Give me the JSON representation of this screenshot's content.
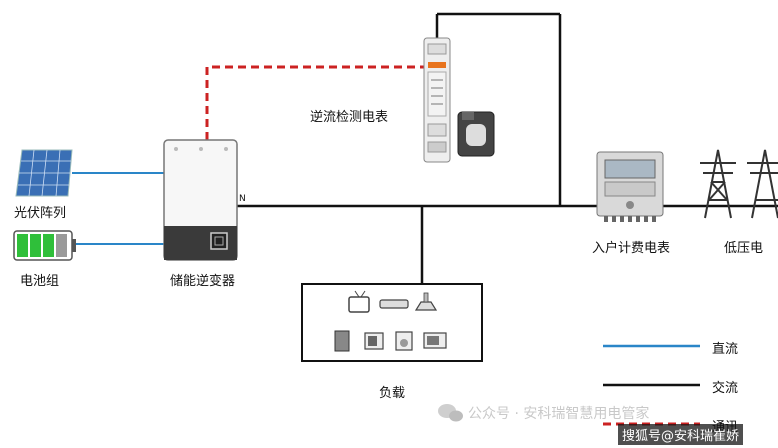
{
  "labels": {
    "pv_array": "光伏阵列",
    "battery": "电池组",
    "inverter": "储能逆变器",
    "reverse_meter": "逆流检测电表",
    "home_meter": "入户计费电表",
    "grid": "低压电",
    "load": "负载",
    "n_marker": "N"
  },
  "legend": {
    "dc": "直流",
    "ac": "交流",
    "comm": "通讯"
  },
  "watermark": {
    "text1": "公众号 · 安科瑞智慧用电管家",
    "text2": "搜狐号@安科瑞崔娇"
  },
  "colors": {
    "dc_line": "#2a86c8",
    "ac_line": "#111111",
    "comm_line": "#cc2222",
    "battery_green": "#2fbf3a"
  }
}
